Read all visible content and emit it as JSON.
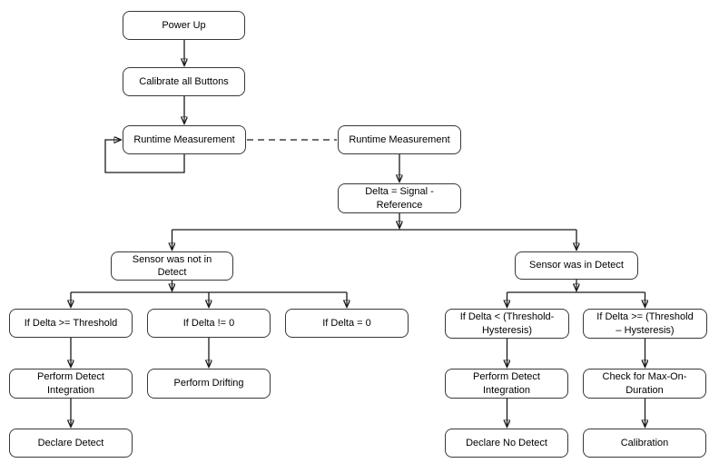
{
  "diagram": {
    "type": "flowchart",
    "background_color": "#ffffff",
    "line_color": "#1a1a1a",
    "box_border_color": "#383838",
    "box_fill_color": "#ffffff",
    "nodes": {
      "power_up": "Power Up",
      "calibrate_all_buttons": "Calibrate all Buttons",
      "runtime_measurement_left": "Runtime Measurement",
      "runtime_measurement_right": "Runtime Measurement",
      "delta_signal_reference": [
        "Delta = Signal -",
        "Reference"
      ],
      "sensor_was_not_in_detect": [
        "Sensor was not in",
        "Detect"
      ],
      "sensor_was_in_detect": "Sensor was in Detect",
      "if_delta_ge_threshold": "If Delta >= Threshold",
      "if_delta_ne_zero": "If Delta != 0",
      "if_delta_eq_zero": "If Delta = 0",
      "if_delta_lt_threshold_hysteresis": [
        "If Delta < (Threshold-",
        "Hysteresis)"
      ],
      "if_delta_ge_threshold_hysteresis": [
        "If Delta >= (Threshold",
        "– Hysteresis)"
      ],
      "perform_detect_integration_left": [
        "Perform Detect",
        "Integration"
      ],
      "perform_drifting": "Perform Drifting",
      "perform_detect_integration_right": [
        "Perform Detect",
        "Integration"
      ],
      "check_for_max_on_duration": [
        "Check for Max-On-",
        "Duration"
      ],
      "declare_detect": "Declare Detect",
      "declare_no_detect": "Declare No Detect",
      "calibration": "Calibration"
    },
    "edges": [
      {
        "from": "power_up",
        "to": "calibrate_all_buttons",
        "style": "solid-arrow"
      },
      {
        "from": "calibrate_all_buttons",
        "to": "runtime_measurement_left",
        "style": "solid-arrow"
      },
      {
        "from": "runtime_measurement_left",
        "to": "runtime_measurement_left",
        "style": "self-loop-arrow"
      },
      {
        "from": "runtime_measurement_left",
        "to": "runtime_measurement_right",
        "style": "dashed"
      },
      {
        "from": "runtime_measurement_right",
        "to": "delta_signal_reference",
        "style": "solid-arrow"
      },
      {
        "from": "delta_signal_reference",
        "to": "sensor_was_not_in_detect",
        "style": "solid-arrow"
      },
      {
        "from": "delta_signal_reference",
        "to": "sensor_was_in_detect",
        "style": "solid-arrow"
      },
      {
        "from": "sensor_was_not_in_detect",
        "to": "if_delta_ge_threshold",
        "style": "solid-arrow"
      },
      {
        "from": "sensor_was_not_in_detect",
        "to": "if_delta_ne_zero",
        "style": "solid-arrow"
      },
      {
        "from": "sensor_was_not_in_detect",
        "to": "if_delta_eq_zero",
        "style": "solid-arrow"
      },
      {
        "from": "sensor_was_in_detect",
        "to": "if_delta_lt_threshold_hysteresis",
        "style": "solid-arrow"
      },
      {
        "from": "sensor_was_in_detect",
        "to": "if_delta_ge_threshold_hysteresis",
        "style": "solid-arrow"
      },
      {
        "from": "if_delta_ge_threshold",
        "to": "perform_detect_integration_left",
        "style": "solid-arrow"
      },
      {
        "from": "if_delta_ne_zero",
        "to": "perform_drifting",
        "style": "solid-arrow"
      },
      {
        "from": "if_delta_lt_threshold_hysteresis",
        "to": "perform_detect_integration_right",
        "style": "solid-arrow"
      },
      {
        "from": "if_delta_ge_threshold_hysteresis",
        "to": "check_for_max_on_duration",
        "style": "solid-arrow"
      },
      {
        "from": "perform_detect_integration_left",
        "to": "declare_detect",
        "style": "solid-arrow"
      },
      {
        "from": "perform_detect_integration_right",
        "to": "declare_no_detect",
        "style": "solid-arrow"
      },
      {
        "from": "check_for_max_on_duration",
        "to": "calibration",
        "style": "solid-arrow"
      }
    ]
  }
}
